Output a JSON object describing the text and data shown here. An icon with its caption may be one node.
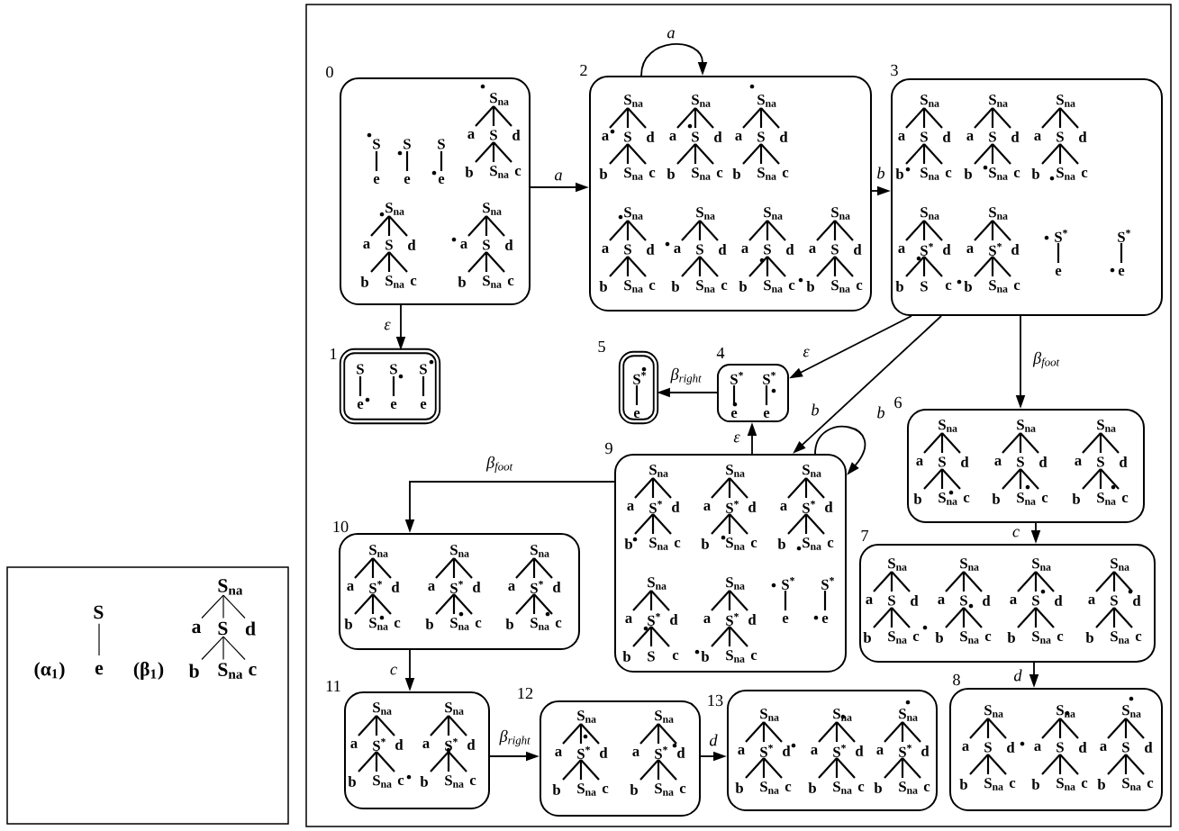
{
  "diagram": {
    "nodes": [
      {
        "text": [
          "S",
          "e",
          "S",
          "e",
          "S",
          "e",
          "S$_{na}$",
          "a",
          "S",
          "d",
          "b",
          "S$_{na}$",
          "c",
          "S$_{na}$",
          "a",
          "S",
          "d",
          "b",
          "S$_{na}$",
          "c",
          "S$_{na}$",
          "a",
          "S",
          "d",
          "b",
          "S$_{na}$",
          "c"
        ],
        "beside": [
          "0"
        ]
      },
      {
        "text": [
          "S",
          "e",
          "S",
          "e",
          "S",
          "e"
        ],
        "beside": [
          "1"
        ]
      },
      {
        "text": [
          "S$_{na}$",
          "a",
          "S",
          "d",
          "b",
          "S$_{na}$",
          "c",
          "S$_{na}$",
          "a",
          "S",
          "d",
          "b",
          "S$_{na}$",
          "c",
          "S$_{na}$",
          "a",
          "S",
          "d",
          "b",
          "S$_{na}$",
          "c",
          "S$_{na}$",
          "a",
          "S",
          "d",
          "b",
          "S$_{na}$",
          "c",
          "S$_{na}$",
          "a",
          "S",
          "d",
          "b",
          "S$_{na}$",
          "c",
          "S$_{na}$",
          "a",
          "S",
          "d",
          "b",
          "S$_{na}$",
          "c",
          "S$_{na}$",
          "a",
          "S",
          "d",
          "b",
          "S$_{na}$",
          "c"
        ],
        "beside": [
          "2"
        ]
      },
      {
        "text": [
          "S$_{na}$",
          "a",
          "S",
          "d",
          "b",
          "S$_{na}$",
          "c",
          "S$_{na}$",
          "a",
          "S",
          "d",
          "b",
          "S$_{na}$",
          "c",
          "S$_{na}$",
          "a",
          "S",
          "d",
          "b",
          "S$_{na}$",
          "c",
          "S$_{na}$",
          "a",
          "S$^{*}$",
          "d",
          "b",
          "S",
          "c",
          "S$_{na}$",
          "a",
          "S$^{*}$",
          "d",
          "b",
          "S$_{na}$",
          "c",
          "S$^{*}$",
          "e",
          "S$^{*}$",
          "e"
        ],
        "beside": [
          "3"
        ]
      },
      {
        "text": [
          "S$^{*}$",
          "e",
          "S$^{*}$",
          "e"
        ],
        "beside": [
          "4"
        ]
      },
      {
        "text": [
          "S$^{*}$",
          "e"
        ],
        "beside": [
          "5"
        ]
      },
      {
        "text": [
          "S$_{na}$",
          "a",
          "S",
          "d",
          "b",
          "S$_{na}$",
          "c",
          "S$_{na}$",
          "a",
          "S",
          "d",
          "b",
          "S$_{na}$",
          "c",
          "S$_{na}$",
          "a",
          "S",
          "d",
          "b",
          "S$_{na}$",
          "c"
        ],
        "beside": [
          "6"
        ]
      },
      {
        "text": [
          "S$_{na}$",
          "a",
          "S",
          "d",
          "b",
          "S$_{na}$",
          "c",
          "S$_{na}$",
          "a",
          "S",
          "d",
          "b",
          "S$_{na}$",
          "c",
          "S$_{na}$",
          "a",
          "S",
          "d",
          "b",
          "S$_{na}$",
          "c",
          "S$_{na}$",
          "a",
          "S",
          "d",
          "b",
          "S$_{na}$",
          "c"
        ],
        "beside": [
          "7"
        ]
      },
      {
        "text": [
          "S$_{na}$",
          "a",
          "S",
          "d",
          "b",
          "S$_{na}$",
          "c",
          "S$_{na}$",
          "a",
          "S",
          "d",
          "b",
          "S$_{na}$",
          "c",
          "S$_{na}$",
          "a",
          "S",
          "d",
          "b",
          "S$_{na}$",
          "c"
        ],
        "beside": [
          "8"
        ]
      },
      {
        "text": [
          "S$_{na}$",
          "a",
          "S$^{*}$",
          "d",
          "b",
          "S$_{na}$",
          "c",
          "S$_{na}$",
          "a",
          "S$^{*}$",
          "d",
          "b",
          "S$_{na}$",
          "c",
          "S$_{na}$",
          "a",
          "S$^{*}$",
          "d",
          "b",
          "S$_{na}$",
          "c",
          "S$_{na}$",
          "a",
          "S$^{*}$",
          "d",
          "b",
          "S",
          "c",
          "S$_{na}$",
          "a",
          "S$^{*}$",
          "d",
          "b",
          "S$_{na}$",
          "c",
          "S$^{*}$",
          "e",
          "S$^{*}$",
          "e"
        ],
        "beside": [
          "9"
        ]
      },
      {
        "text": [
          "S$_{na}$",
          "a",
          "S$^{*}$",
          "d",
          "b",
          "S$_{na}$",
          "c",
          "S$_{na}$",
          "a",
          "S$^{*}$",
          "d",
          "b",
          "S$_{na}$",
          "c",
          "S$_{na}$",
          "a",
          "S$^{*}$",
          "d",
          "b",
          "S$_{na}$",
          "c"
        ],
        "beside": [
          "10"
        ]
      },
      {
        "text": [
          "S$_{na}$",
          "a",
          "S$^{*}$",
          "d",
          "b",
          "S$_{na}$",
          "c",
          "S$_{na}$",
          "a",
          "S$^{*}$",
          "d",
          "b",
          "S$_{na}$",
          "c"
        ],
        "beside": [
          "11"
        ]
      },
      {
        "text": [
          "S$_{na}$",
          "a",
          "S$^{*}$",
          "d",
          "b",
          "S$_{na}$",
          "c",
          "S$_{na}$",
          "a",
          "S$^{*}$",
          "d",
          "b",
          "S$_{na}$",
          "c"
        ],
        "beside": [
          "12"
        ]
      },
      {
        "text": [
          "S$_{na}$",
          "a",
          "S$^{*}$",
          "d",
          "b",
          "S$_{na}$",
          "c",
          "S$_{na}$",
          "a",
          "S$^{*}$",
          "d",
          "b",
          "S$_{na}$",
          "c",
          "S$_{na}$",
          "a",
          "S$^{*}$",
          "d",
          "b",
          "S$_{na}$",
          "c"
        ],
        "beside": [
          "13"
        ]
      },
      {
        "text": [
          "(α$_{1}$)",
          "S",
          "e",
          "(β$_{1}$)",
          "S$_{na}$",
          "a",
          "S",
          "d",
          "b",
          "S$_{na}$",
          "c"
        ]
      }
    ],
    "edges": [
      {
        "from": 0,
        "to": 2,
        "arrow": "to",
        "label": "a"
      },
      {
        "from": 2,
        "to": 2,
        "arrow": "to",
        "label": "a"
      },
      {
        "from": 2,
        "to": 3,
        "arrow": "to",
        "label": "b"
      },
      {
        "from": 0,
        "to": 1,
        "arrow": "to",
        "label": "ε"
      },
      {
        "from": 3,
        "to": 4,
        "arrow": "to",
        "label": "ε"
      },
      {
        "from": 3,
        "to": 9,
        "arrow": "to",
        "label": "b"
      },
      {
        "from": 3,
        "to": 6,
        "arrow": "to",
        "label": "β$_{foot}$"
      },
      {
        "from": 4,
        "to": 5,
        "arrow": "to",
        "label": "β$_{right}$"
      },
      {
        "from": 9,
        "to": 4,
        "arrow": "to",
        "label": "ε"
      },
      {
        "from": 9,
        "to": 9,
        "arrow": "to",
        "label": "b"
      },
      {
        "from": 9,
        "to": 10,
        "arrow": "to",
        "label": "β$_{foot}$"
      },
      {
        "from": 6,
        "to": 7,
        "arrow": "to",
        "label": "c"
      },
      {
        "from": 7,
        "to": 8,
        "arrow": "to",
        "label": "d"
      },
      {
        "from": 10,
        "to": 11,
        "arrow": "to",
        "label": "c"
      },
      {
        "from": 11,
        "to": 12,
        "arrow": "to",
        "label": "β$_{right}$"
      },
      {
        "from": 12,
        "to": 13,
        "arrow": "to",
        "label": "d"
      }
    ]
  }
}
